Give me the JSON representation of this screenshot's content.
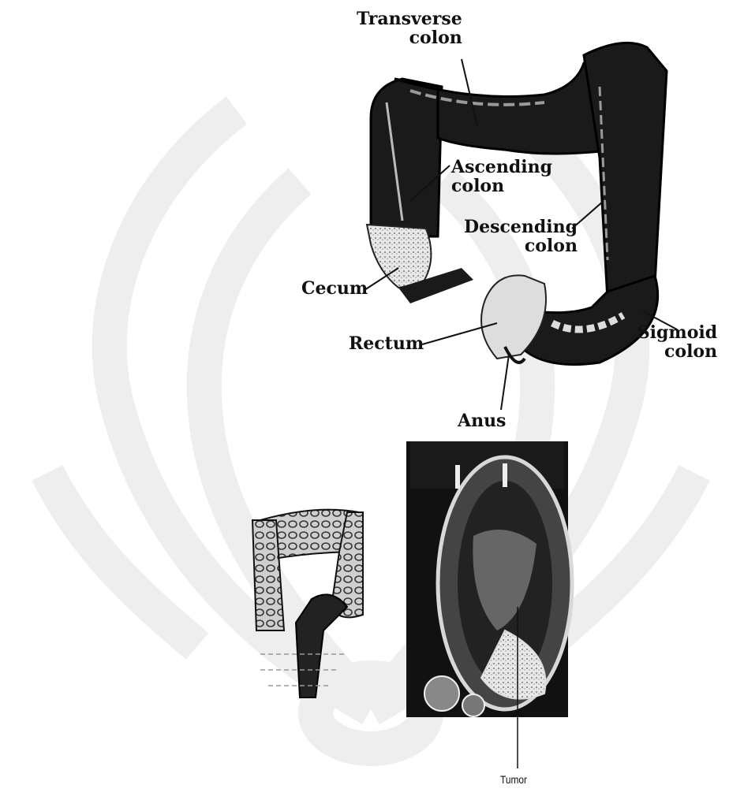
{
  "labels": {
    "transverse_colon": [
      "Transverse",
      "colon"
    ],
    "ascending_colon": [
      "Ascending",
      "colon"
    ],
    "descending_colon": [
      "Descending",
      "colon"
    ],
    "cecum": "Cecum",
    "rectum": "Rectum",
    "sigmoid_colon": [
      "Sigmoid",
      "colon"
    ],
    "anus": "Anus",
    "tumor": "Tumor"
  },
  "colors": {
    "ink": "#111111",
    "tissue_dark": "#1a1a1a",
    "tissue_mid": "#6b6b6b",
    "tissue_light": "#d9d9d9",
    "watermark": "#eeeeee"
  },
  "watermark": {
    "type": "university-seal",
    "depicted": true
  }
}
